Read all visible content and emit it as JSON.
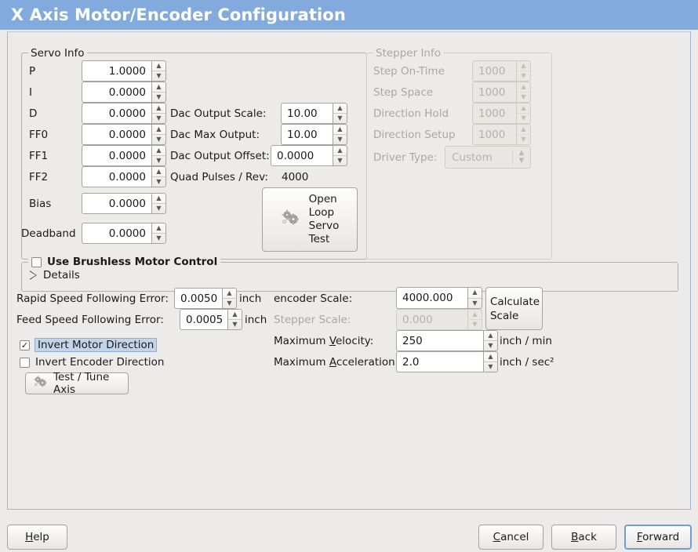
{
  "window": {
    "title": "X Axis Motor/Encoder Configuration",
    "accent_color": "#82aadd",
    "background_color": "#edebe9"
  },
  "servo_info": {
    "legend": "Servo Info",
    "rows": [
      {
        "label": "P",
        "value": "1.0000"
      },
      {
        "label": "I",
        "value": "0.0000"
      },
      {
        "label": "D",
        "value": "0.0000"
      },
      {
        "label": "FF0",
        "value": "0.0000"
      },
      {
        "label": "FF1",
        "value": "0.0000"
      },
      {
        "label": "FF2",
        "value": "0.0000"
      },
      {
        "label": "Bias",
        "value": "0.0000"
      },
      {
        "label": "Deadband",
        "value": "0.0000"
      }
    ],
    "dac": [
      {
        "label": "Dac Output Scale:",
        "value": "10.00"
      },
      {
        "label": "Dac Max Output:",
        "value": "10.00"
      },
      {
        "label": "Dac Output Offset:",
        "value": "0.0000"
      }
    ],
    "quad_pulses_label": "Quad Pulses / Rev:",
    "quad_pulses_value": "4000",
    "open_loop_button": "Open\nLoop\nServo\nTest",
    "open_loop_lines": [
      "Open",
      "Loop",
      "Servo",
      "Test"
    ]
  },
  "stepper_info": {
    "legend": "Stepper Info",
    "enabled": false,
    "rows": [
      {
        "label": "Step On-Time",
        "value": "1000"
      },
      {
        "label": "Step Space",
        "value": "1000"
      },
      {
        "label": "Direction Hold",
        "value": "1000"
      },
      {
        "label": "Direction Setup",
        "value": "1000"
      }
    ],
    "driver_type_label": "Driver Type:",
    "driver_type_value": "Custom"
  },
  "brushless": {
    "checkbox_label": "Use Brushless Motor Control",
    "checked": false,
    "details_label": "Details",
    "details_expanded": false
  },
  "tuning": {
    "rapid_error_label": "Rapid Speed Following Error:",
    "rapid_error_value": "0.0050",
    "rapid_error_unit": "inch",
    "feed_error_label": "Feed Speed Following Error:",
    "feed_error_value": "0.0005",
    "feed_error_unit": "inch",
    "invert_motor_label": "Invert Motor Direction",
    "invert_motor_checked": true,
    "invert_encoder_label": "Invert Encoder Direction",
    "invert_encoder_checked": false,
    "test_tune_label": "Test / Tune Axis"
  },
  "scales": {
    "encoder_scale_label": "encoder Scale:",
    "encoder_scale_value": "4000.000",
    "stepper_scale_label": "Stepper Scale:",
    "stepper_scale_value": "0.000",
    "stepper_scale_enabled": false,
    "calculate_lines": [
      "Calculate",
      "Scale"
    ],
    "max_velocity_label_a": "Maximum ",
    "max_velocity_label_mnemonic": "V",
    "max_velocity_label_b": "elocity:",
    "max_velocity_value": "250",
    "max_velocity_unit": "inch / min",
    "max_accel_label_a": "Maximum ",
    "max_accel_label_mnemonic": "A",
    "max_accel_label_b": "cceleration:",
    "max_accel_value": "2.0",
    "max_accel_unit": "inch / sec²"
  },
  "footer": {
    "help_a": "H",
    "help_b": "elp",
    "cancel_a": "C",
    "cancel_b": "ancel",
    "back_a": "B",
    "back_b": "ack",
    "forward_a": "F",
    "forward_b": "orward"
  }
}
